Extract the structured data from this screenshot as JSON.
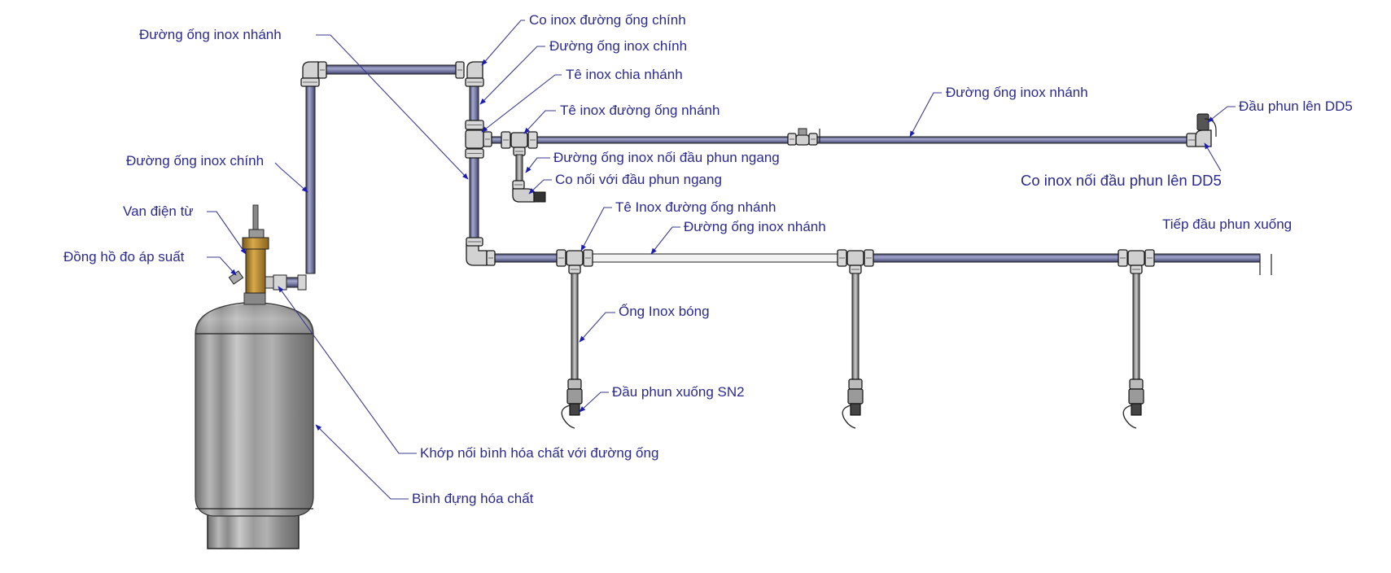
{
  "diagram": {
    "title": "",
    "colors": {
      "label_text": "#2b2a8c",
      "leader_line": "#3a3a8e",
      "leader_arrow": "#1d1db0",
      "main_pipe": "#6b6f98",
      "main_pipe_highlight": "#9ea2c6",
      "fitting": "#d4d4d4",
      "fitting_outline": "#1a1a1a",
      "valve_brass": "#b8892c",
      "tank": "#9a9a9a"
    },
    "components": [
      {
        "id": "tank",
        "name": "Bình đựng hóa chất"
      },
      {
        "id": "solenoid-valve",
        "name": "Van điện từ"
      },
      {
        "id": "pressure-gauge",
        "name": "Đồng hồ đo áp suất"
      },
      {
        "id": "tank-coupling",
        "name": "Khớp nối bình hóa chất với đường ống"
      },
      {
        "id": "main-pipe",
        "name": "Đường ống inox chính"
      },
      {
        "id": "upper-branch",
        "name": "Đường ống inox nhánh"
      },
      {
        "id": "lower-branch",
        "name": "Đường ống inox nhánh"
      },
      {
        "id": "pendent-nozzles",
        "name": "Đầu phun xuống SN2",
        "count": 3
      },
      {
        "id": "upright-nozzle",
        "name": "Đầu phun lên DD5",
        "count": 1
      }
    ],
    "labels": {
      "branch_pipe_top_left": "Đường ống inox nhánh",
      "main_elbow": "Co inox đường ống chính",
      "main_pipe_right": "Đường ống inox chính",
      "split_tee": "Tê inox chia nhánh",
      "branch_tee_upper": "Tê inox đường ống nhánh",
      "branch_pipe_upper": "Đường ống inox nhánh",
      "upright_nozzle": "Đầu phun lên DD5",
      "main_pipe_left": "Đường ống inox chính",
      "horizontal_nozzle_pipe": "Đường ống inox nối đầu phun ngang",
      "horizontal_nozzle_elbow": "Co nối với đầu phun ngang",
      "upright_nozzle_elbow": "Co inox nối đầu phun lên DD5",
      "solenoid_valve": "Van điện từ",
      "branch_tee_lower": "Tê Inox đường ống nhánh",
      "branch_pipe_lower": "Đường ống inox nhánh",
      "pendent_continuation": "Tiếp đầu phun xuống",
      "pressure_gauge": "Đồng hồ đo áp suất",
      "polished_pipe": "Ống Inox bóng",
      "pendent_nozzle": "Đầu phun xuống SN2",
      "tank_coupling": "Khớp nối bình hóa chất với đường ống",
      "tank": "Bình đựng hóa chất"
    }
  }
}
